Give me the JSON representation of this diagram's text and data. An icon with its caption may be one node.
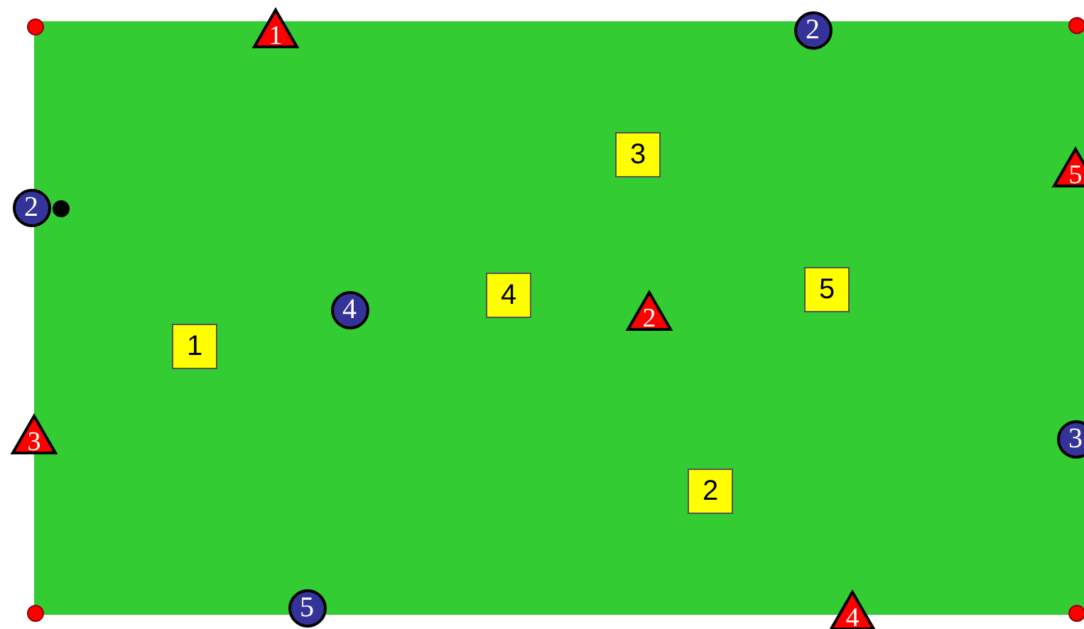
{
  "diagram": {
    "nodes": [
      {
        "text": [
          "1"
        ]
      },
      {
        "text": [
          "2"
        ]
      },
      {
        "text": [
          "3"
        ]
      },
      {
        "text": [
          "5"
        ]
      },
      {
        "text": [
          "2"
        ]
      },
      {
        "text": [
          "5"
        ]
      },
      {
        "text": [
          "4"
        ]
      },
      {
        "text": [
          "4"
        ]
      },
      {
        "text": [
          "2"
        ]
      },
      {
        "text": [
          "1"
        ]
      },
      {
        "text": [
          "3"
        ]
      },
      {
        "text": [
          "3"
        ]
      },
      {
        "text": [
          "2"
        ]
      },
      {
        "text": [
          "5"
        ]
      },
      {
        "text": [
          "4"
        ]
      }
    ]
  }
}
